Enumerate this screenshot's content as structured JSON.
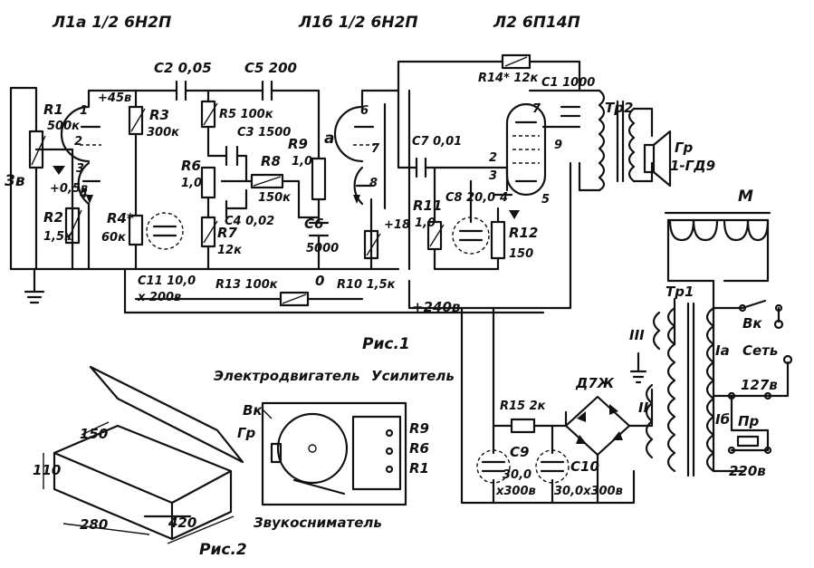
{
  "tubes": {
    "l1a": "Л1а 1/2 6Н2П",
    "l1b": "Л1б 1/2 6Н2П",
    "l2": "Л2 6П14П"
  },
  "components": {
    "c2": "C2 0,05",
    "c5": "C5 200",
    "r14": "R14* 12к",
    "c1": "C1 1000",
    "tr2": "Тр2",
    "gr": "Гр",
    "speaker": "1-ГД9",
    "r1": "R1",
    "r1v": "500к",
    "r3": "R3",
    "r3v": "300к",
    "r5": "R5 100к",
    "c3": "C3 1500",
    "r9": "R9",
    "r9v": "1,0",
    "a_label": "а",
    "c7": "C7 0,01",
    "r6": "R6",
    "r6v": "1,0",
    "r8": "R8",
    "r8v": "150к",
    "c4": "C4 0,02",
    "r7": "R7",
    "r7v": "12к",
    "r2": "R2",
    "r2v": "1,5к",
    "r4": "R4*",
    "r4v": "60к",
    "c11": "C11 10,0",
    "c11v": "x 200в",
    "r13": "R13 100к",
    "c6": "C6",
    "c6v": "5000",
    "r10": "R10 1,5к",
    "r11": "R11",
    "r11v": "1,0",
    "c8": "C8 20,0",
    "r12": "R12",
    "r12v": "150",
    "m": "М",
    "tr1": "Тр1",
    "vk": "Вк",
    "set": "Сеть",
    "d7zh": "Д7Ж",
    "r15": "R15 2к",
    "c9": "C9",
    "c9v": "30,0",
    "c9v2": "x300в",
    "c10": "C10",
    "c10v": "30,0x300в",
    "pr": "Пр",
    "ia": "Iа",
    "ib": "Iб",
    "ii": "II",
    "iii": "III",
    "v127": "127в",
    "v220": "220в"
  },
  "voltages": {
    "v3": "3в",
    "v45": "+45в",
    "v05": "+0,5в",
    "v18": "+18",
    "v240": "+240в",
    "zero": "0"
  },
  "pins": {
    "p1": "1",
    "p2": "2",
    "p3": "3",
    "p4": "4",
    "p6": "6",
    "p7": "7",
    "p8": "8",
    "q2": "2",
    "q3": "3",
    "q4": "4",
    "q5": "5",
    "q7": "7",
    "q9": "9"
  },
  "figures": {
    "fig1": "Рис.1",
    "fig2": "Рис.2"
  },
  "layout_labels": {
    "motor": "Электродвигатель",
    "amp": "Усилитель",
    "vk": "Вк",
    "gr": "Гр",
    "pickup": "Звукосниматель",
    "r9": "R9",
    "r6": "R6",
    "r1": "R1"
  },
  "dimensions": {
    "d150": "150",
    "d110": "110",
    "d280": "280",
    "d420": "420"
  }
}
